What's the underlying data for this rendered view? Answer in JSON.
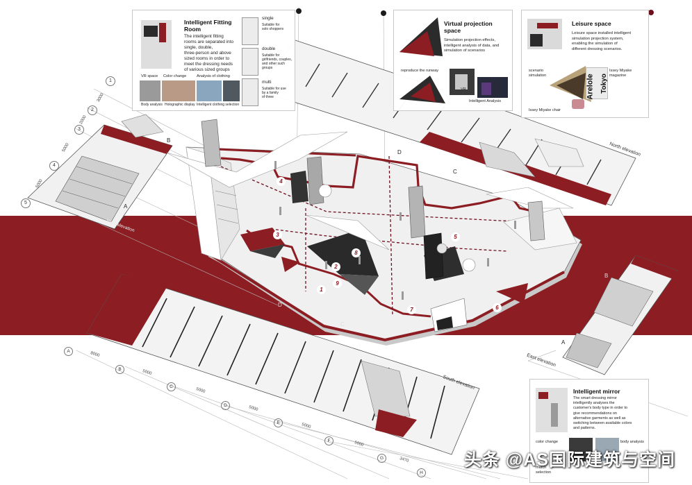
{
  "colors": {
    "accent_red": "#8c1d23",
    "dark": "#1b1b1b",
    "light_gray": "#e6e6e6"
  },
  "panels": {
    "fitting_room": {
      "title_line1": "Intelligent Fitting",
      "title_line2": "Room",
      "desc_lines": [
        "The intelligent fitting",
        "rooms are separated into",
        "single, double,",
        "three-person and above",
        "sized rooms in order to",
        "meet the dressing needs",
        "of various sized groups"
      ],
      "strip_labels": [
        "VR space",
        "Color change",
        "Analysis of clothing"
      ],
      "bottom_labels": [
        "Body analysis",
        "Holographic display",
        "Intelligent clothing selection"
      ],
      "sizes": [
        {
          "name": "single",
          "desc_lines": [
            "Suitable for",
            "solo shoppers"
          ]
        },
        {
          "name": "double",
          "desc_lines": [
            "Suitable for",
            "girlfriends, couples,",
            "and other such",
            "groups"
          ]
        },
        {
          "name": "multi",
          "desc_lines": [
            "Suitable for use",
            "by a family",
            "of three"
          ]
        }
      ]
    },
    "virtual_projection": {
      "title_line1": "Virtual projection",
      "title_line2": "space",
      "desc_lines": [
        "Simulation projection effects,",
        "intelligent analysis of data, and",
        "simulation of scenarios"
      ],
      "label_runway": "reproduce the runway",
      "label_vr": "VR",
      "label_analysis": "Intelligent Analysis"
    },
    "leisure": {
      "title": "Leisure space",
      "desc_lines": [
        "Leisure space installed intelligent",
        "simulation projection system,",
        "enabling the simulation of",
        "different dressing scenarios."
      ],
      "label_scenario_1": "scenario",
      "label_scenario_2": "simulation",
      "label_magazine_1": "Issey Miyake",
      "label_magazine_2": "magazine",
      "label_chair": "Issey Miyake chair",
      "deco_1": "Arelole",
      "deco_2": "Tokyo"
    },
    "mirror": {
      "title": "Intelligent mirror",
      "desc_lines": [
        "The smart dressing mirror",
        "intelligently analyses the",
        "customer's body type in order to",
        "give recommendations on",
        "alternative garments as well as",
        "switching between available colors",
        "and patterns."
      ],
      "label_color": "color change",
      "label_body": "body analysis",
      "label_match": "match",
      "label_selection": "selection"
    }
  },
  "grid": {
    "left_axis": [
      "1",
      "2",
      "3",
      "4",
      "5"
    ],
    "left_dims": [
      "3000",
      "2000",
      "5000",
      "5000"
    ],
    "bottom_axis": [
      "A",
      "B",
      "C",
      "D",
      "E",
      "F",
      "G",
      "H"
    ],
    "bottom_dims": [
      "8000",
      "5000",
      "5000",
      "5000",
      "5000",
      "5000",
      "3470"
    ]
  },
  "elevations": {
    "north": "North elevation",
    "south": "South elevation",
    "east": "East elevation",
    "west": "West elevation"
  },
  "section_marks": {
    "a": "A",
    "b": "B",
    "c": "C",
    "d": "D"
  },
  "zone_numbers": [
    "1",
    "2",
    "3",
    "4",
    "5",
    "6",
    "7",
    "8",
    "9"
  ],
  "watermark": "头条 @AS国际建筑与空间"
}
